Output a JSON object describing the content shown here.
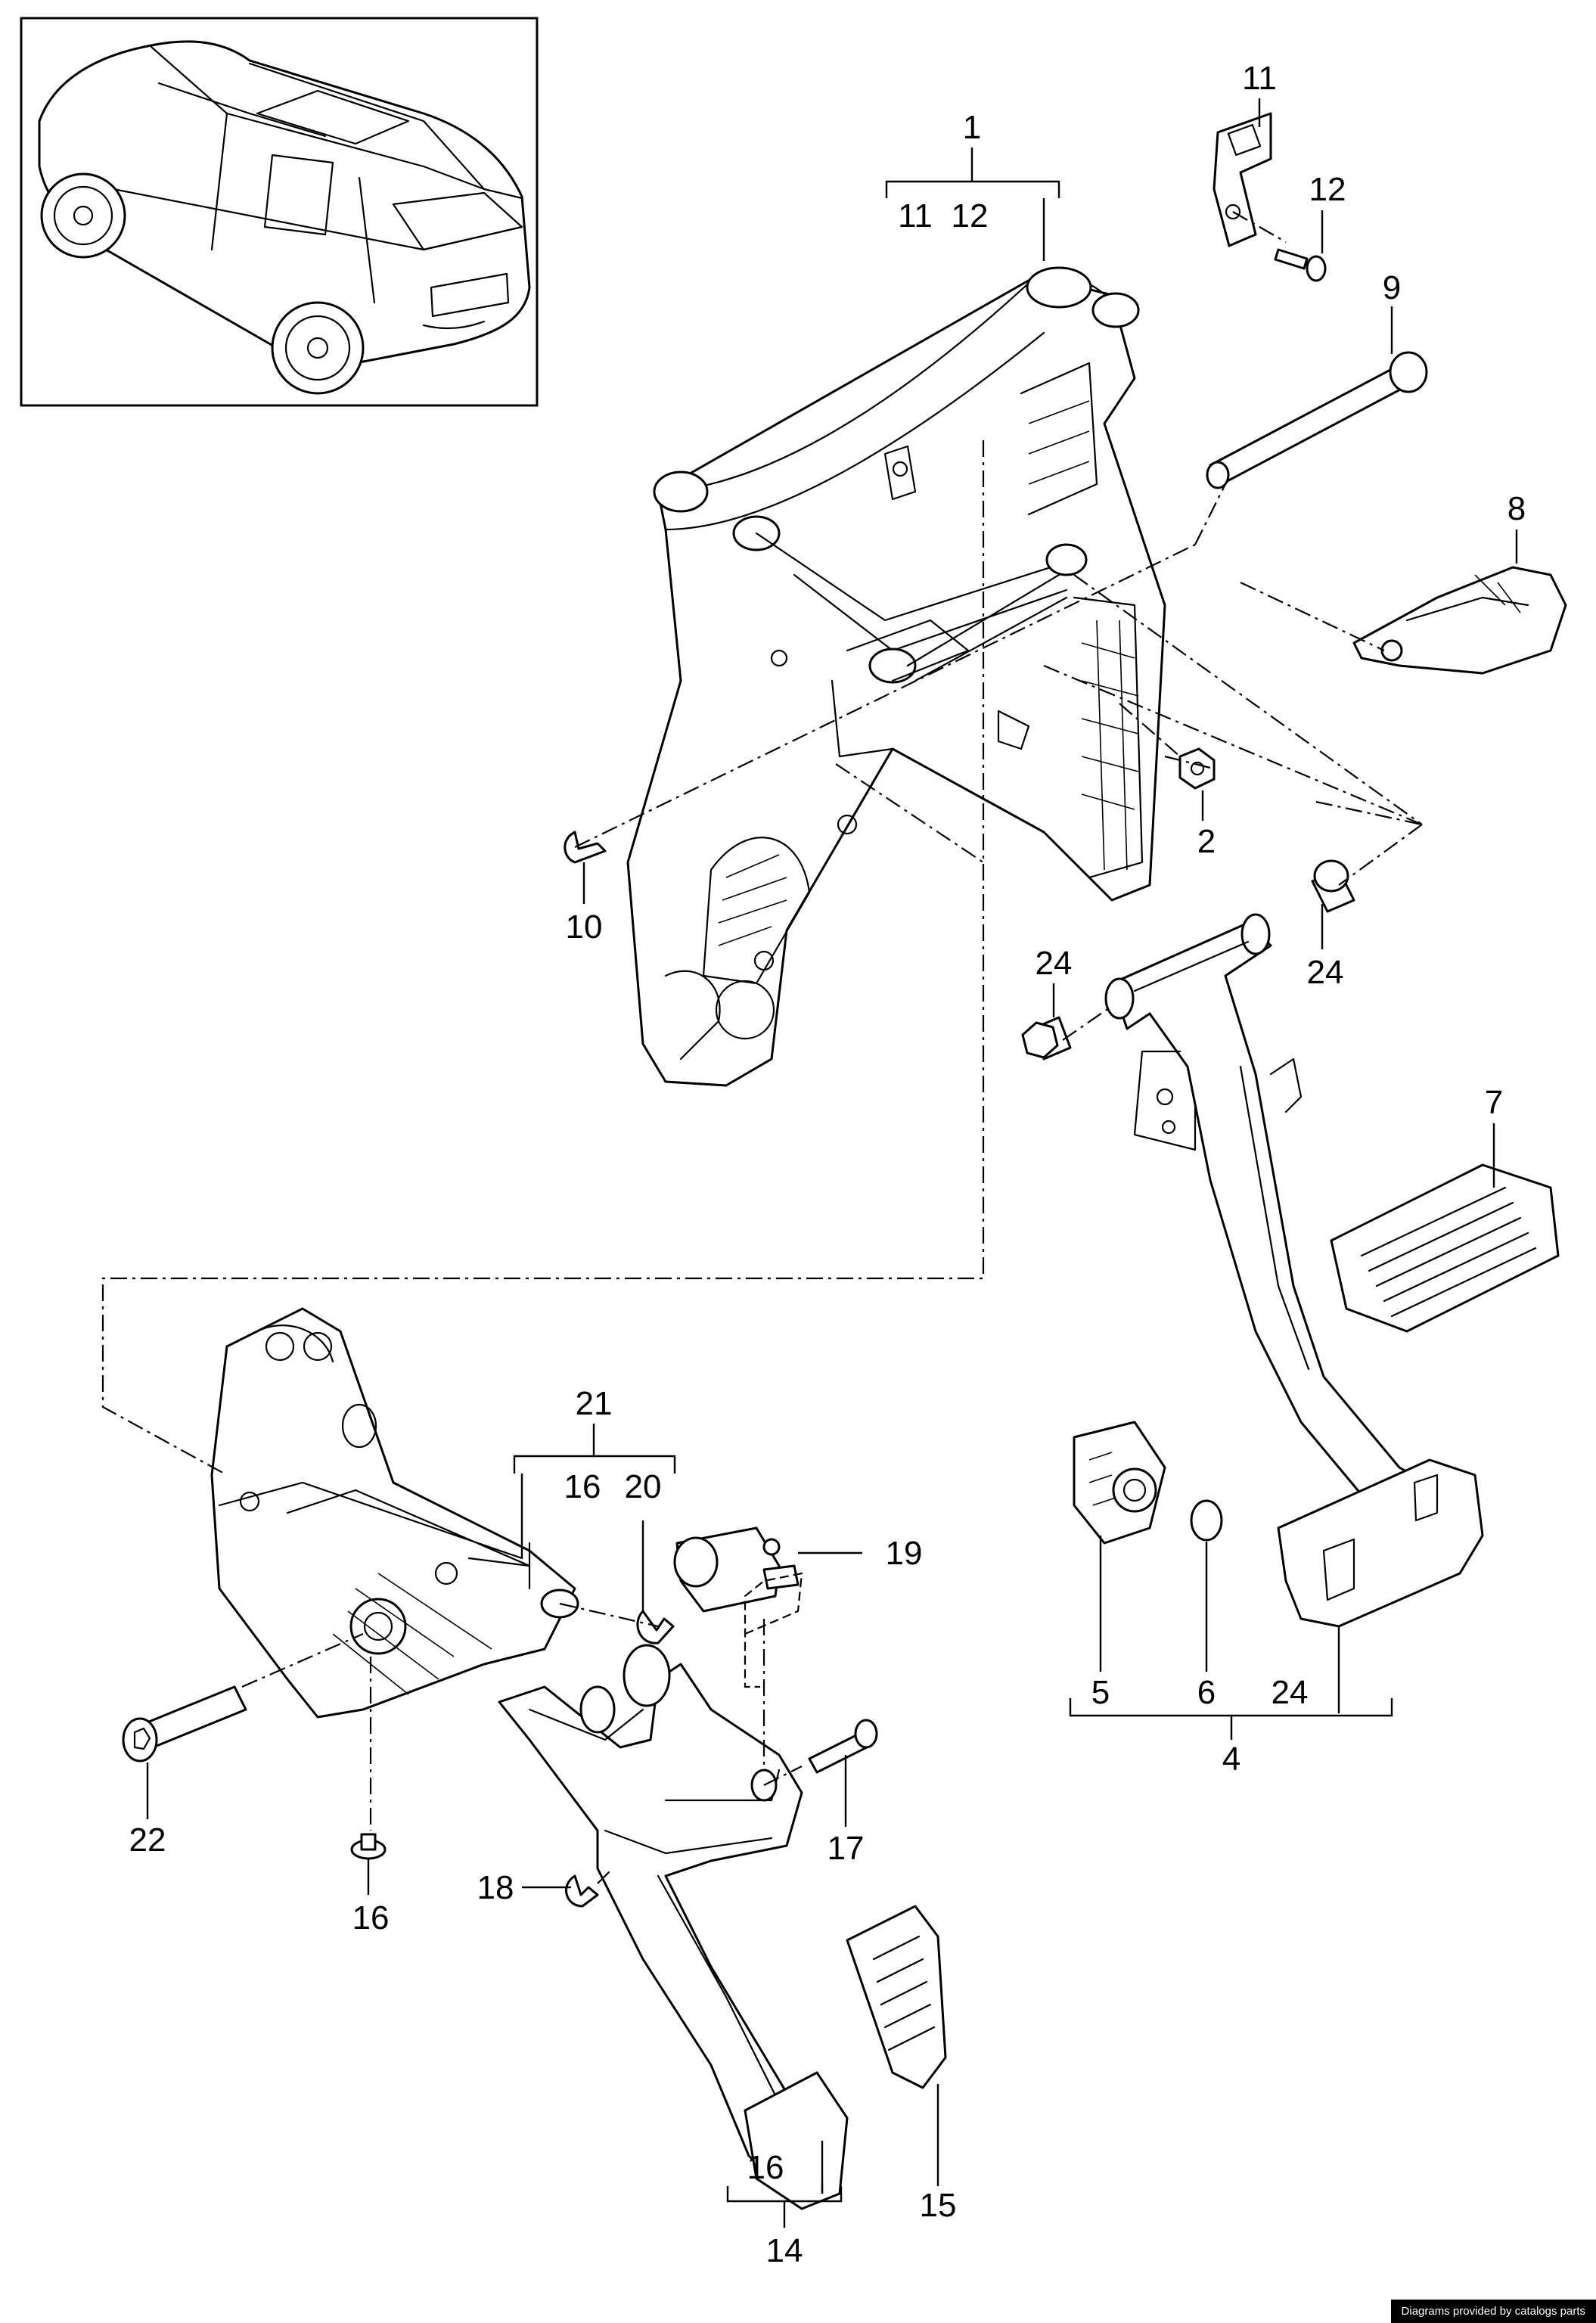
{
  "callouts": [
    {
      "id": "c1",
      "text": "1"
    },
    {
      "id": "c11a",
      "text": "11"
    },
    {
      "id": "c12a",
      "text": "12"
    },
    {
      "id": "c11b",
      "text": "11"
    },
    {
      "id": "c12b",
      "text": "12"
    },
    {
      "id": "c9",
      "text": "9"
    },
    {
      "id": "c8",
      "text": "8"
    },
    {
      "id": "c2",
      "text": "2"
    },
    {
      "id": "c10",
      "text": "10"
    },
    {
      "id": "c24a",
      "text": "24"
    },
    {
      "id": "c24b",
      "text": "24"
    },
    {
      "id": "c7",
      "text": "7"
    },
    {
      "id": "c21",
      "text": "21"
    },
    {
      "id": "c16a",
      "text": "16"
    },
    {
      "id": "c20",
      "text": "20"
    },
    {
      "id": "c19",
      "text": "19"
    },
    {
      "id": "c5",
      "text": "5"
    },
    {
      "id": "c6",
      "text": "6"
    },
    {
      "id": "c24c",
      "text": "24"
    },
    {
      "id": "c4",
      "text": "4"
    },
    {
      "id": "c22",
      "text": "22"
    },
    {
      "id": "c16b",
      "text": "16"
    },
    {
      "id": "c18",
      "text": "18"
    },
    {
      "id": "c17",
      "text": "17"
    },
    {
      "id": "c16c",
      "text": "16"
    },
    {
      "id": "c15",
      "text": "15"
    },
    {
      "id": "c14",
      "text": "14"
    }
  ],
  "credit": "Diagrams provided by catalogs parts"
}
